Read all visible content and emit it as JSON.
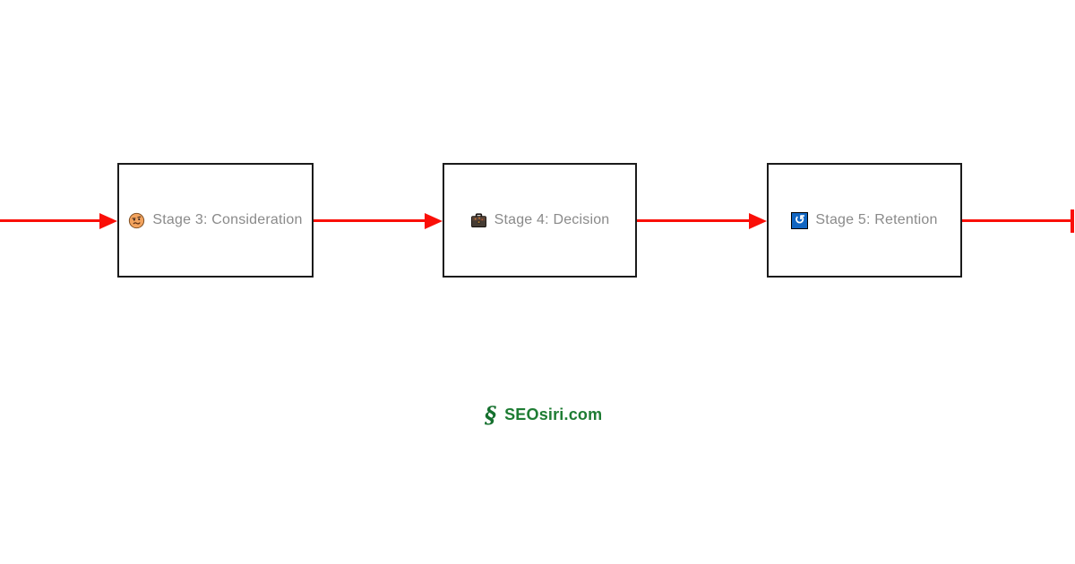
{
  "diagram": {
    "stages": [
      {
        "label": "Stage 3: Consideration",
        "icon": "thinking-face-emoji"
      },
      {
        "label": "Stage 4: Decision",
        "icon": "briefcase-emoji"
      },
      {
        "label": "Stage 5: Retention",
        "icon": "counterclockwise-arrows-emoji",
        "icon_glyph": "↺"
      }
    ],
    "flow_direction": "left-to-right",
    "connector_style": "solid-arrow"
  },
  "footer": {
    "logo_symbol": "§",
    "logo_text": "SEOsiri.com"
  },
  "colors": {
    "connector": "#fa0f08",
    "box_border": "#1b1b1b",
    "label": "#8a8a8a",
    "refresh_blue": "#1266c2",
    "logo_symbol": "#15702e",
    "logo_text": "#1e7c33"
  }
}
